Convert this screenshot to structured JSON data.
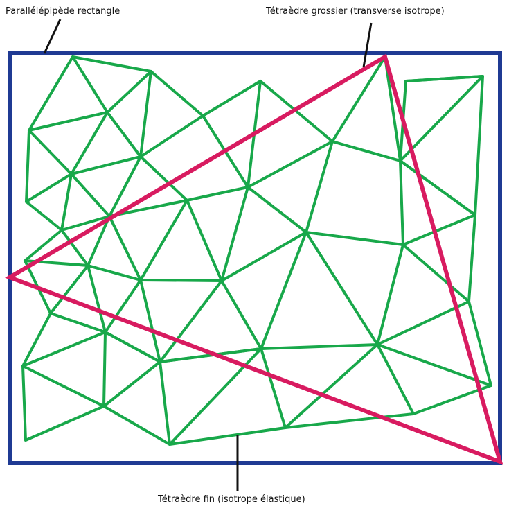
{
  "labels": {
    "box": "Parallélépipède rectangle",
    "coarse_tetra": "Tétraèdre grossier (transverse isotrope)",
    "fine_tetra": "Tétraèdre fin (isotrope élastique)"
  },
  "colors": {
    "box": "#1f3a93",
    "coarse": "#d81b60",
    "fine": "#18a84a",
    "leader": "#111111",
    "text": "#111111"
  }
}
